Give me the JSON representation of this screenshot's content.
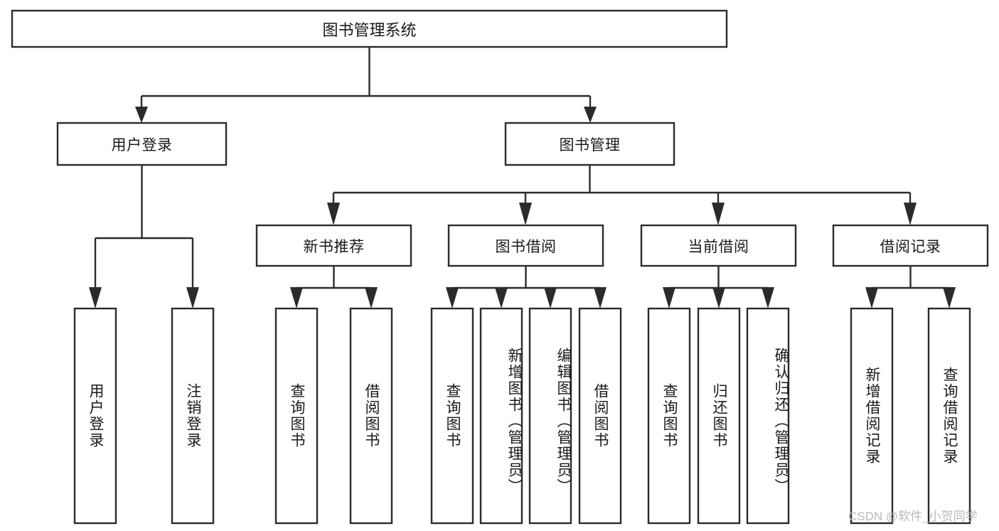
{
  "diagram": {
    "type": "tree-hierarchy",
    "title": "图书管理系统",
    "watermark": "CSDN @软件_小贺同学",
    "colors": {
      "box_stroke": "#2b2b2b",
      "box_fill": "#ffffff",
      "text": "#1a1a1a",
      "watermark": "#b9b9b9",
      "background": "#ffffff"
    },
    "levels": {
      "root": {
        "label": "图书管理系统"
      },
      "level2": [
        {
          "id": "user-login",
          "label": "用户登录"
        },
        {
          "id": "book-manage",
          "label": "图书管理"
        }
      ],
      "level3": [
        {
          "id": "new-book-rec",
          "label": "新书推荐",
          "parent": "book-manage"
        },
        {
          "id": "book-borrow",
          "label": "图书借阅",
          "parent": "book-manage"
        },
        {
          "id": "current-borrow",
          "label": "当前借阅",
          "parent": "book-manage"
        },
        {
          "id": "borrow-record",
          "label": "借阅记录",
          "parent": "book-manage"
        }
      ],
      "leaves": [
        {
          "id": "leaf-user-login",
          "label": "用户登录",
          "parent": "user-login"
        },
        {
          "id": "leaf-logout",
          "label": "注销登录",
          "parent": "user-login"
        },
        {
          "id": "leaf-query-book-1",
          "label": "查询图书",
          "parent": "new-book-rec"
        },
        {
          "id": "leaf-borrow-book-1",
          "label": "借阅图书",
          "parent": "new-book-rec"
        },
        {
          "id": "leaf-query-book-2",
          "label": "查询图书",
          "parent": "book-borrow"
        },
        {
          "id": "leaf-add-book",
          "label": "新增图书（管理员）",
          "parent": "book-borrow"
        },
        {
          "id": "leaf-edit-book",
          "label": "编辑图书（管理员）",
          "parent": "book-borrow"
        },
        {
          "id": "leaf-borrow-book-2",
          "label": "借阅图书",
          "parent": "book-borrow"
        },
        {
          "id": "leaf-query-book-3",
          "label": "查询图书",
          "parent": "current-borrow"
        },
        {
          "id": "leaf-return-book",
          "label": "归还图书",
          "parent": "current-borrow"
        },
        {
          "id": "leaf-confirm-return",
          "label": "确认归还（管理员）",
          "parent": "current-borrow"
        },
        {
          "id": "leaf-add-record",
          "label": "新增借阅记录",
          "parent": "borrow-record"
        },
        {
          "id": "leaf-query-record",
          "label": "查询借阅记录",
          "parent": "borrow-record"
        }
      ]
    }
  }
}
